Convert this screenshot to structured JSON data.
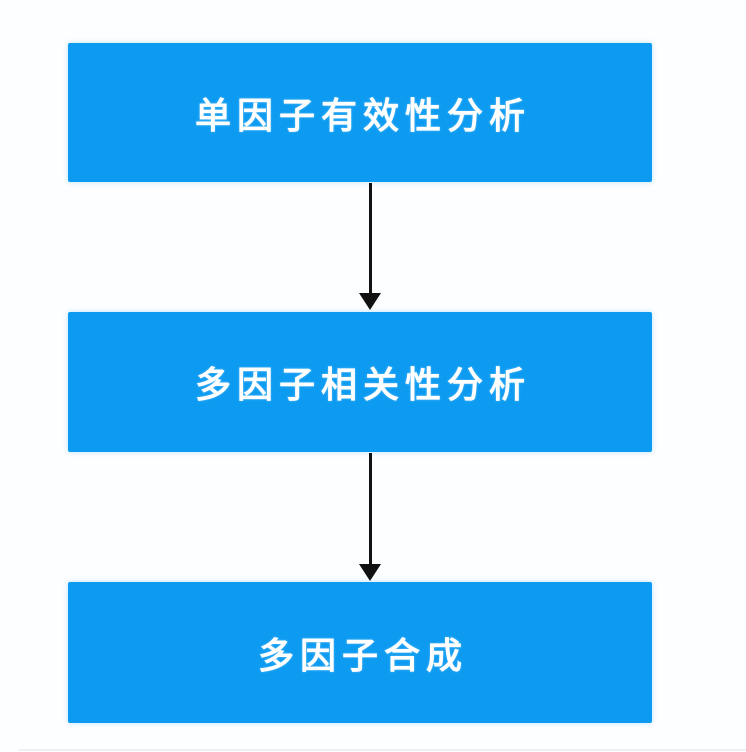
{
  "theme": {
    "accent": "#0d9bf2",
    "arrow": "#111111",
    "text": "#ffffff"
  },
  "flowchart": {
    "direction": "top-to-bottom",
    "nodes": [
      {
        "label": "单因子有效性分析"
      },
      {
        "label": "多因子相关性分析"
      },
      {
        "label": "多因子合成"
      }
    ],
    "arrows": [
      {
        "from": 0,
        "to": 1
      },
      {
        "from": 1,
        "to": 2
      }
    ]
  }
}
